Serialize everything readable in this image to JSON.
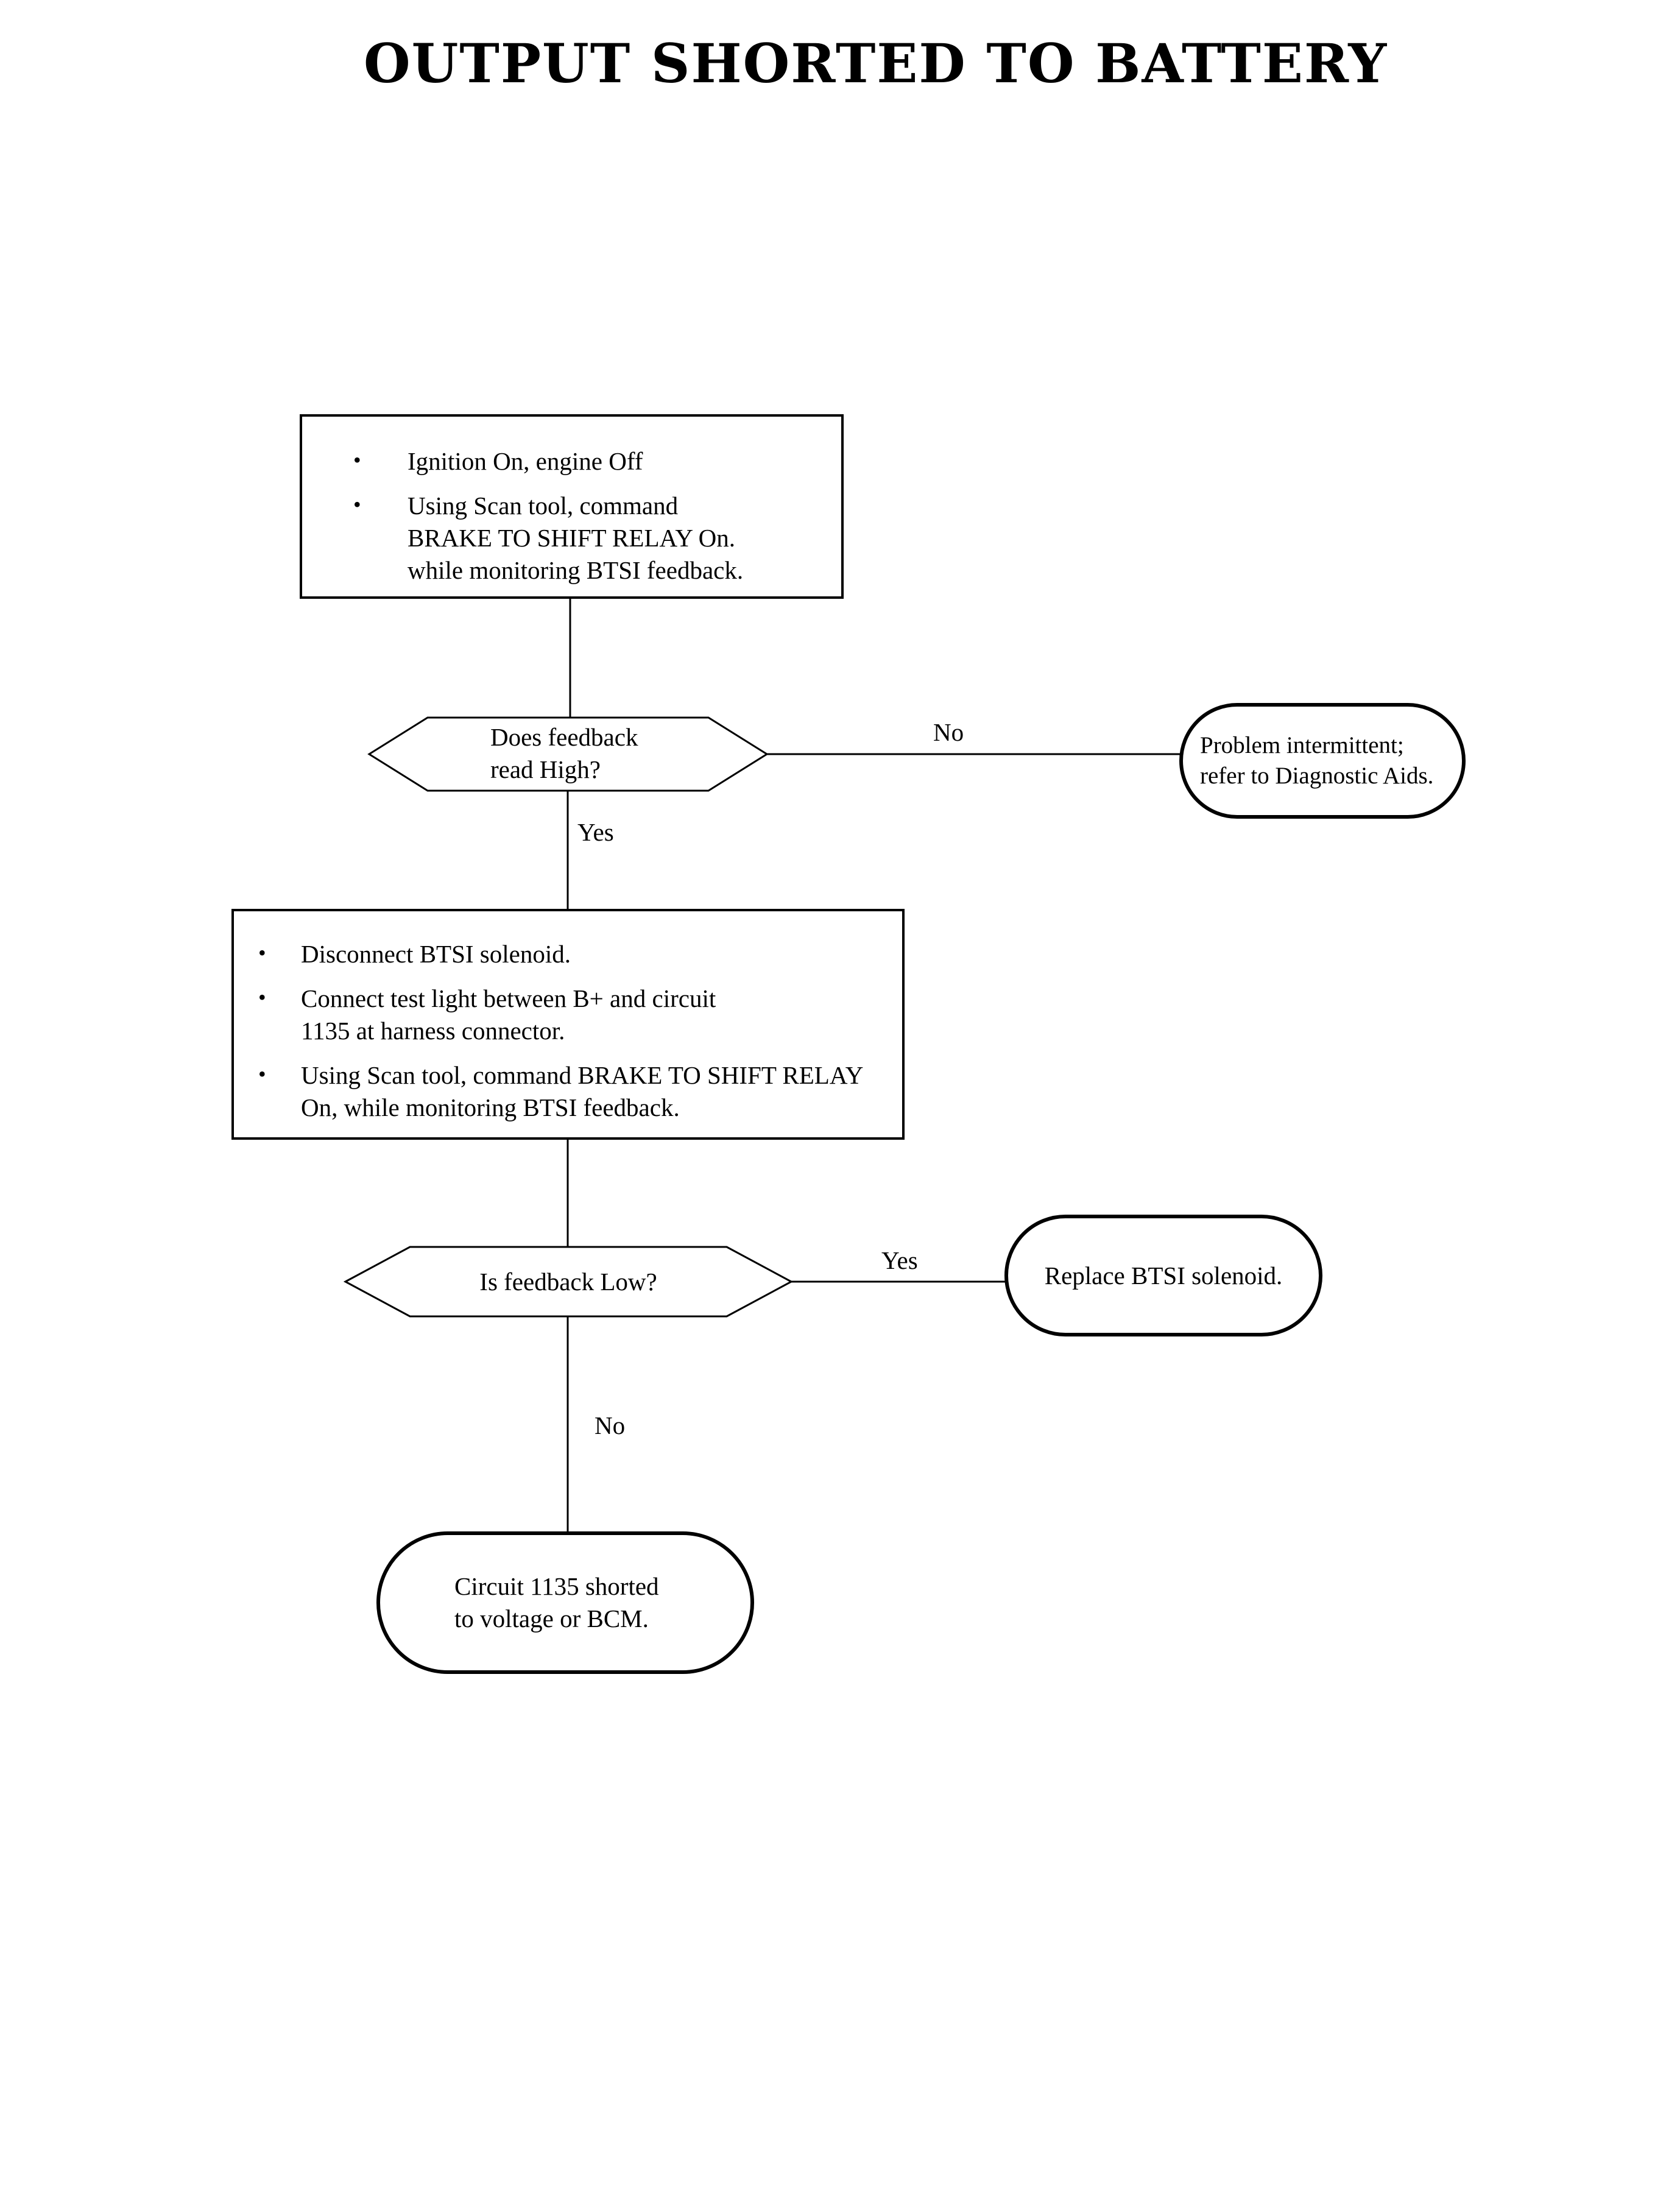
{
  "title": "OUTPUT SHORTED TO BATTERY",
  "colors": {
    "ink": "#000000",
    "background": "#ffffff"
  },
  "flowchart": {
    "step1": {
      "bullets": [
        "Ignition On, engine Off",
        "Using Scan tool, command\nBRAKE TO SHIFT RELAY On.\nwhile monitoring BTSI feedback."
      ]
    },
    "decision1": {
      "text": "Does feedback\nread High?",
      "no_label": "No",
      "yes_label": "Yes"
    },
    "terminal1": {
      "text": "Problem intermittent;\nrefer to Diagnostic Aids."
    },
    "step2": {
      "bullets": [
        "Disconnect BTSI solenoid.",
        "Connect test light  between B+ and circuit\n1135 at harness connector.",
        "Using Scan tool, command BRAKE TO SHIFT RELAY\nOn, while monitoring BTSI feedback."
      ]
    },
    "decision2": {
      "text": "Is feedback Low?",
      "yes_label": "Yes",
      "no_label": "No"
    },
    "terminal2": {
      "text": "Replace BTSI solenoid."
    },
    "terminal3": {
      "text": "Circuit 1135 shorted\nto voltage or BCM."
    }
  }
}
